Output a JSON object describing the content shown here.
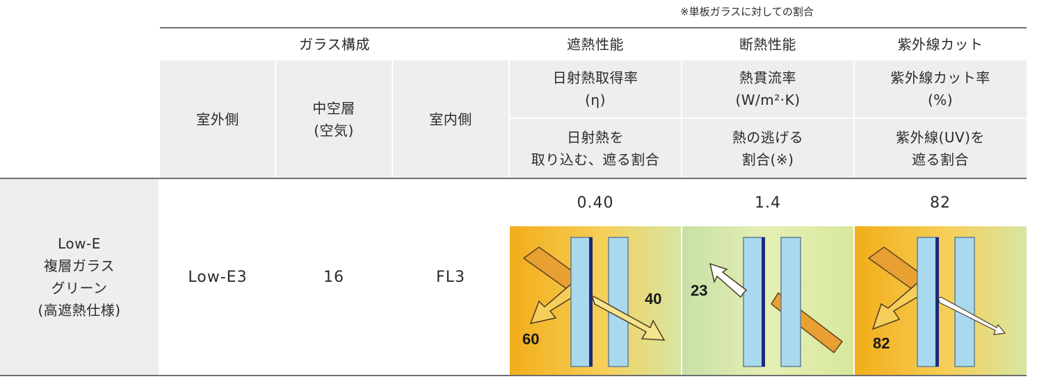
{
  "footnote": "※単板ガラスに対しての割合",
  "header": {
    "composition_label": "ガラス構成",
    "shading_label": "遮熱性能",
    "insulation_label": "断熱性能",
    "uv_label": "紫外線カット",
    "outdoor_label": "室外側",
    "air_layer_line1": "中空層",
    "air_layer_line2": "(空気)",
    "indoor_label": "室内側",
    "shgc_line1": "日射熱取得率",
    "shgc_line2": "(η)",
    "uvalue_line1": "熱貫流率",
    "uvalue_line2": "(W/m²·K)",
    "uvcut_line1": "紫外線カット率",
    "uvcut_line2": "(%)",
    "shgc_desc_line1": "日射熱を",
    "shgc_desc_line2": "取り込む、遮る割合",
    "uvalue_desc_line1": "熱の逃げる",
    "uvalue_desc_line2": "割合(※)",
    "uvcut_desc_line1": "紫外線(UV)を",
    "uvcut_desc_line2": "遮る割合"
  },
  "row": {
    "product_line1": "Low-E",
    "product_line2": "複層ガラス",
    "product_line3": "グリーン",
    "product_line4": "(高遮熱仕様)",
    "outdoor": "Low-E3",
    "air_layer": "16",
    "indoor": "FL3",
    "shgc_value": "0.40",
    "uvalue_value": "1.4",
    "uvcut_value": "82"
  },
  "diagrams": {
    "shading": {
      "reflected": "60",
      "transmitted": "40"
    },
    "insulation": {
      "escaping": "23"
    },
    "uv": {
      "blocked": "82"
    }
  },
  "colors": {
    "warm": "#f2b21c",
    "cool": "#dfe89c",
    "glass": "#a9d9ef",
    "coating": "#1c2a78",
    "arrow_fill": "#e8a033",
    "arrow_white": "#ffffff"
  }
}
